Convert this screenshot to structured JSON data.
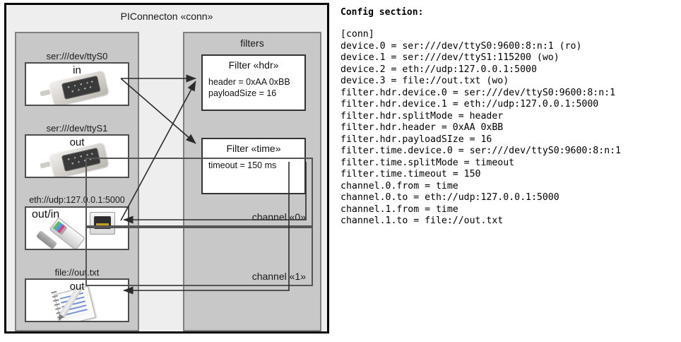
{
  "diagram": {
    "title": "PIConnecton «conn»",
    "devices_panel": {
      "devices": [
        {
          "label": "ser:///dev/ttyS0",
          "direction": "in",
          "icon": "serial-db9-icon"
        },
        {
          "label": "ser:///dev/ttyS1",
          "direction": "out",
          "icon": "serial-db9-icon"
        },
        {
          "label": "eth://udp:127.0.0.1:5000",
          "direction": "out/in",
          "icon": "ethernet-rj45-icon"
        },
        {
          "label": "file://out.txt",
          "direction": "out",
          "icon": "notepad-icon"
        }
      ]
    },
    "filters_panel": {
      "title": "filters",
      "filters": [
        {
          "title": "Filter «hdr»",
          "attrs": [
            "header = 0xAA 0xBB",
            "payloadSize = 16"
          ]
        },
        {
          "title": "Filter «time»",
          "attrs": [
            "timeout = 150 ms"
          ]
        }
      ],
      "channels": [
        {
          "label": "channel «0»"
        },
        {
          "label": "channel «1»"
        }
      ]
    },
    "colors": {
      "panel_fill": "#c8c8c8",
      "frame_fill": "#eeeeee",
      "frame_border": "#000000",
      "card_fill": "#ffffff",
      "connector_stroke": "#333333"
    }
  },
  "config": {
    "heading": "Config section:",
    "text": "[conn]\ndevice.0 = ser:///dev/ttyS0:9600:8:n:1 (ro)\ndevice.1 = ser:///dev/ttyS1:115200 (wo)\ndevice.2 = eth://udp:127.0.0.1:5000\ndevice.3 = file://out.txt (wo)\nfilter.hdr.device.0 = ser:///dev/ttyS0:9600:8:n:1\nfilter.hdr.device.1 = eth://udp:127.0.0.1:5000\nfilter.hdr.splitMode = header\nfilter.hdr.header = 0xAA 0xBB\nfilter.hdr.payloadSIze = 16\nfilter.time.device.0 = ser:///dev/ttyS0:9600:8:n:1\nfilter.time.splitMode = timeout\nfilter.time.timeout = 150\nchannel.0.from = time\nchannel.0.to = eth://udp:127.0.0.1:5000\nchannel.1.from = time\nchannel.1.to = file://out.txt",
    "lines": [
      "[conn]",
      "device.0 = ser:///dev/ttyS0:9600:8:n:1 (ro)",
      "device.1 = ser:///dev/ttyS1:115200 (wo)",
      "device.2 = eth://udp:127.0.0.1:5000",
      "device.3 = file://out.txt (wo)",
      "filter.hdr.device.0 = ser:///dev/ttyS0:9600:8:n:1",
      "filter.hdr.device.1 = eth://udp:127.0.0.1:5000",
      "filter.hdr.splitMode = header",
      "filter.hdr.header = 0xAA 0xBB",
      "filter.hdr.payloadSIze = 16",
      "filter.time.device.0 = ser:///dev/ttyS0:9600:8:n:1",
      "filter.time.splitMode = timeout",
      "filter.time.timeout = 150",
      "channel.0.from = time",
      "channel.0.to = eth://udp:127.0.0.1:5000",
      "channel.1.from = time",
      "channel.1.to = file://out.txt"
    ]
  }
}
